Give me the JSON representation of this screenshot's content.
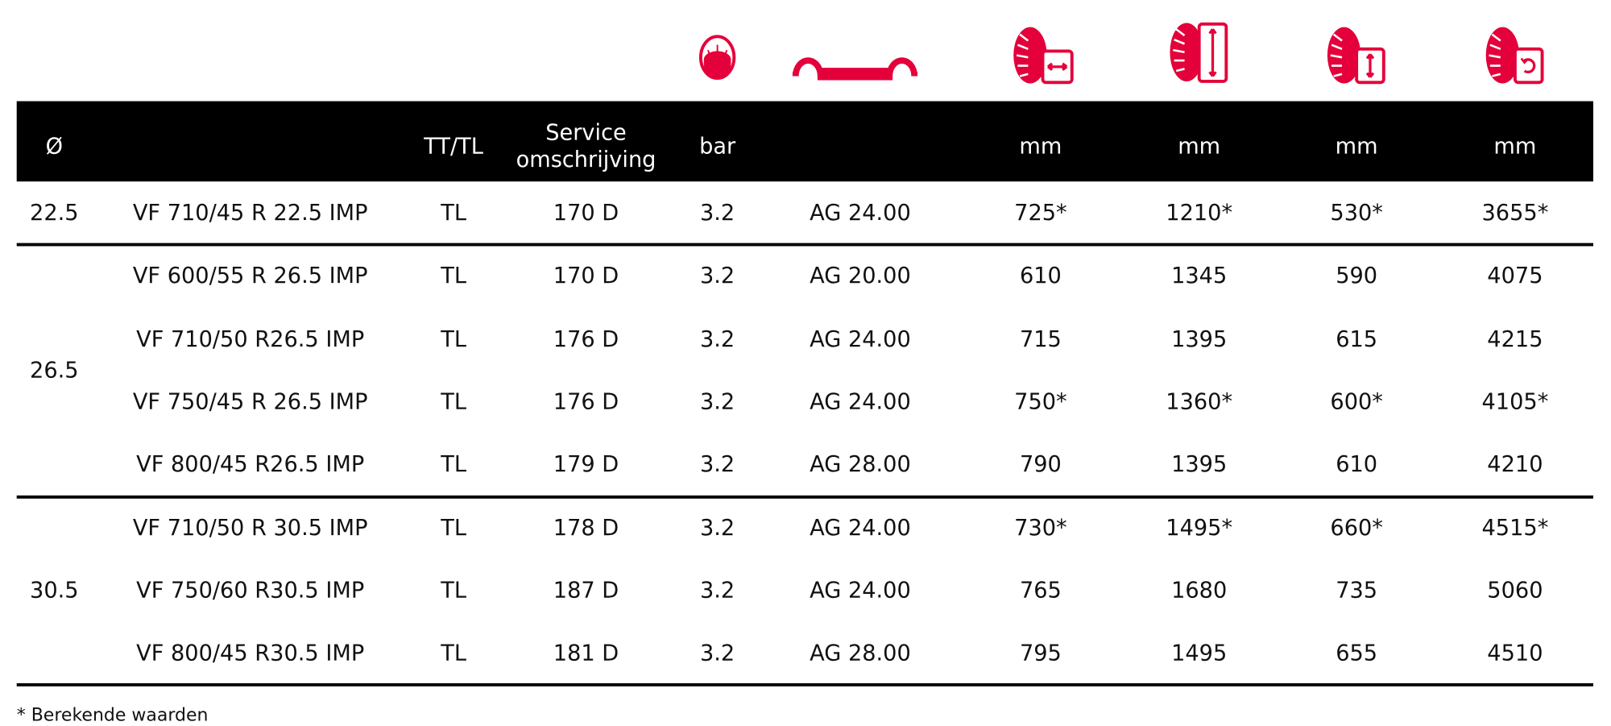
{
  "colors": {
    "accent": "#e4003a",
    "header_bg": "#000000"
  },
  "icons": [
    "pressure-gauge-icon",
    "rim-icon",
    "tyre-width-icon",
    "tyre-diameter-icon",
    "tyre-static-radius-icon",
    "tyre-rolling-circumference-icon"
  ],
  "header": {
    "diameter": "Ø",
    "tt_tl": "TT/TL",
    "service_1": "Service",
    "service_2": "omschrijving",
    "bar": "bar",
    "mm1": "mm",
    "mm2": "mm",
    "mm3": "mm",
    "mm4": "mm"
  },
  "groups": [
    {
      "diameter": "22.5",
      "rows": [
        [
          "VF 710/45 R 22.5 IMP",
          "TL",
          "170 D",
          "3.2",
          "AG 24.00",
          "725*",
          "1210*",
          "530*",
          "3655*"
        ]
      ]
    },
    {
      "diameter": "26.5",
      "rows": [
        [
          "VF 600/55 R 26.5 IMP",
          "TL",
          "170 D",
          "3.2",
          "AG 20.00",
          "610",
          "1345",
          "590",
          "4075"
        ],
        [
          "VF 710/50 R26.5 IMP",
          "TL",
          "176 D",
          "3.2",
          "AG 24.00",
          "715",
          "1395",
          "615",
          "4215"
        ],
        [
          "VF 750/45 R 26.5 IMP",
          "TL",
          "176 D",
          "3.2",
          "AG 24.00",
          "750*",
          "1360*",
          "600*",
          "4105*"
        ],
        [
          "VF 800/45 R26.5 IMP",
          "TL",
          "179 D",
          "3.2",
          "AG 28.00",
          "790",
          "1395",
          "610",
          "4210"
        ]
      ]
    },
    {
      "diameter": "30.5",
      "rows": [
        [
          "VF 710/50 R 30.5 IMP",
          "TL",
          "178 D",
          "3.2",
          "AG 24.00",
          "730*",
          "1495*",
          "660*",
          "4515*"
        ],
        [
          "VF 750/60 R30.5 IMP",
          "TL",
          "187 D",
          "3.2",
          "AG 24.00",
          "765",
          "1680",
          "735",
          "5060"
        ],
        [
          "VF 800/45 R30.5 IMP",
          "TL",
          "181 D",
          "3.2",
          "AG 28.00",
          "795",
          "1495",
          "655",
          "4510"
        ]
      ]
    }
  ],
  "footnote": "* Berekende waarden"
}
